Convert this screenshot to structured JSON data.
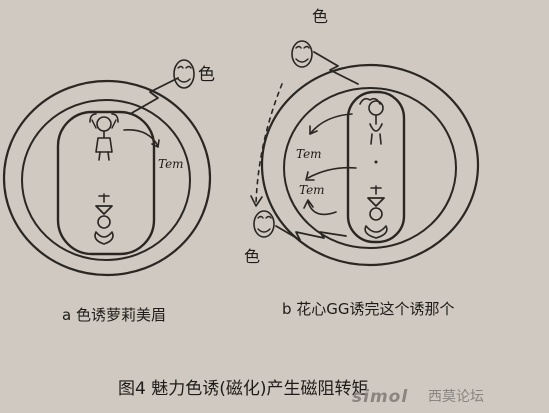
{
  "panel_a": {
    "label_char": "色",
    "tem_label": "Tem",
    "caption": "a 色诱萝莉美眉"
  },
  "panel_b": {
    "label_char_top": "色",
    "label_char_bottom": "色",
    "tem_label_1": "Tem",
    "tem_label_2": "Tem",
    "caption": "b 花心GG诱完这个诱那个"
  },
  "figure_caption": "图4 魅力色诱(磁化)产生磁阻转矩",
  "watermark": {
    "latin": "simol",
    "cjk": "西莫论坛"
  },
  "colors": {
    "paper": "#cfc9c1",
    "ink": "#2a2622",
    "watermark": "#8a8580"
  }
}
